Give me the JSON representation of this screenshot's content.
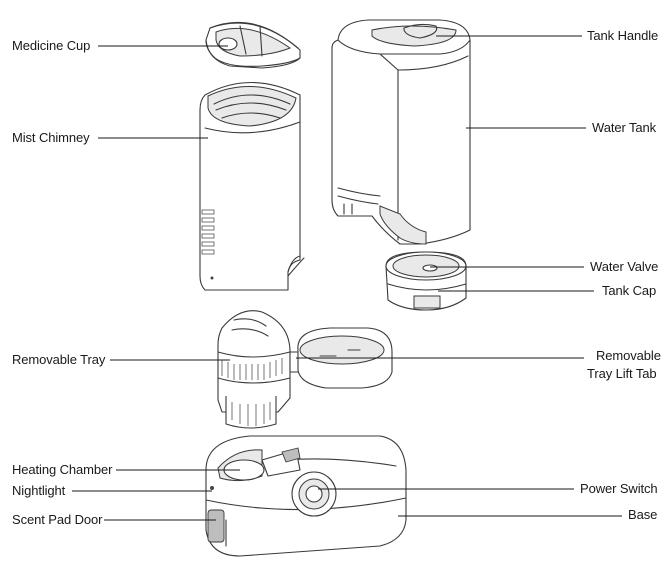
{
  "labels": {
    "medicine_cup": "Medicine Cup",
    "mist_chimney": "Mist Chimney",
    "removable_tray": "Removable Tray",
    "heating_chamber": "Heating Chamber",
    "nightlight": "Nightlight",
    "scent_pad_door": "Scent Pad Door",
    "tank_handle": "Tank Handle",
    "water_tank": "Water Tank",
    "water_valve": "Water Valve",
    "tank_cap": "Tank Cap",
    "removable_tray_lift_tab_line1": "Removable",
    "removable_tray_lift_tab_line2": "Tray Lift Tab",
    "power_switch": "Power Switch",
    "base": "Base"
  }
}
